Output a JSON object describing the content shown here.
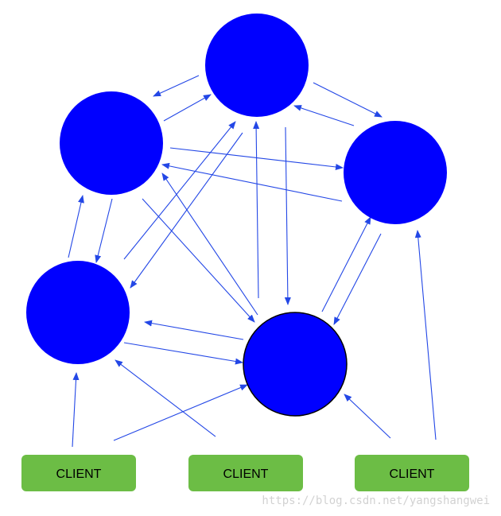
{
  "colors": {
    "node_fill": "#0000ff",
    "node_stroke": "#000000",
    "arrow": "#2347e6",
    "client_fill": "#6cbd45",
    "client_text": "#000000",
    "watermark": "#d2d2d2",
    "background": "#ffffff"
  },
  "nodes": [
    {
      "id": "n_top"
    },
    {
      "id": "n_left"
    },
    {
      "id": "n_right"
    },
    {
      "id": "n_midleft"
    },
    {
      "id": "n_center",
      "outlined": true
    }
  ],
  "clients": [
    {
      "id": "c1",
      "label": "CLIENT"
    },
    {
      "id": "c2",
      "label": "CLIENT"
    },
    {
      "id": "c3",
      "label": "CLIENT"
    }
  ],
  "watermark": "https://blog.csdn.net/yangshangwei"
}
